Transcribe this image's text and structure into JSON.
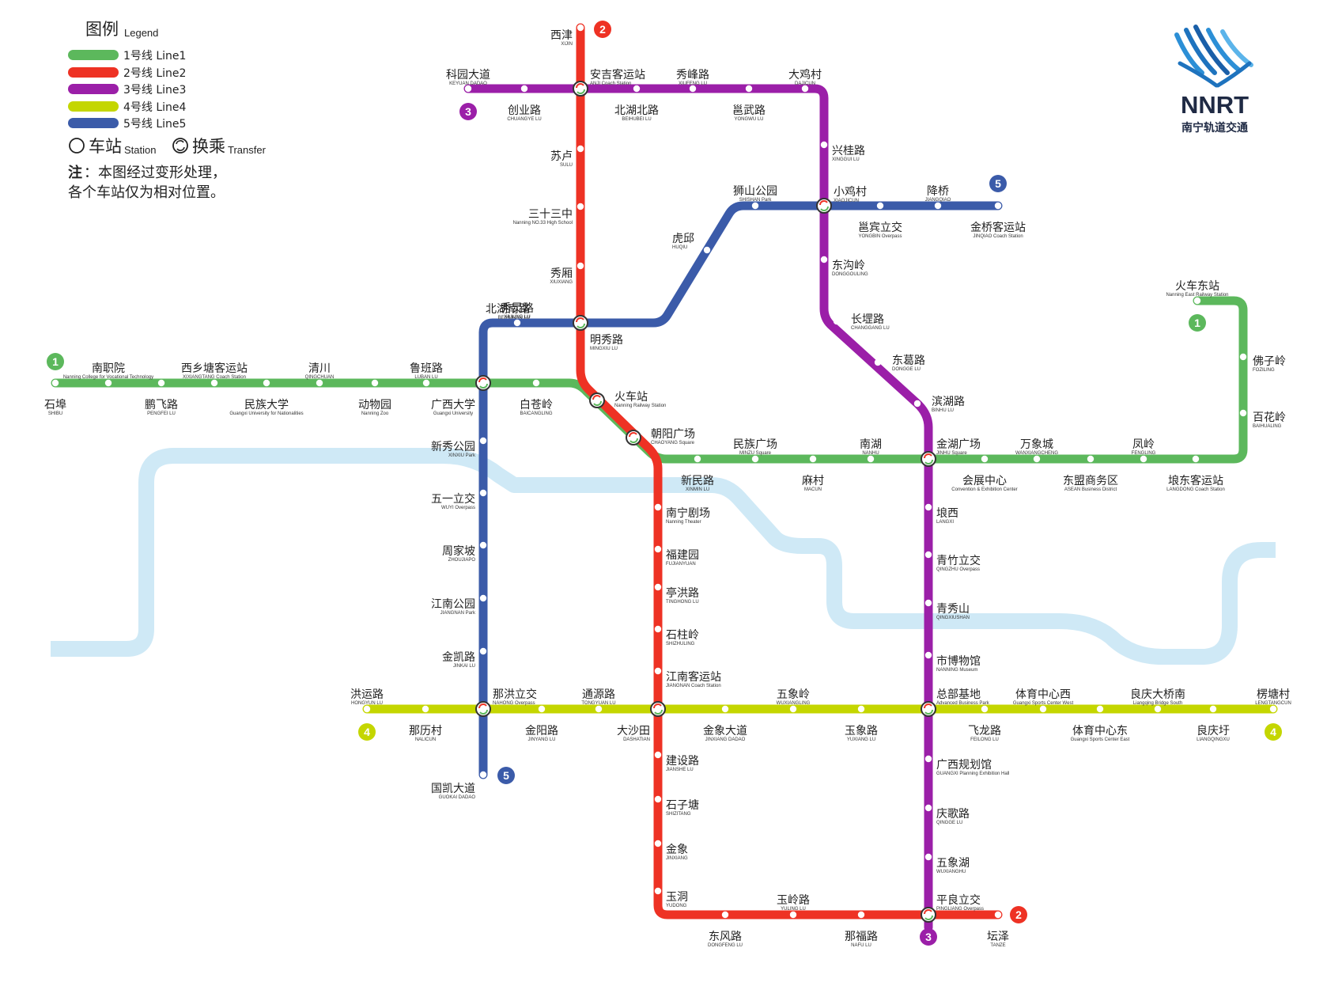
{
  "legend": {
    "title": "图例",
    "title_en": "Legend",
    "lines": [
      {
        "label": "1号线 Line1",
        "color": "#5cb85c"
      },
      {
        "label": "2号线 Line2",
        "color": "#ee3224"
      },
      {
        "label": "3号线 Line3",
        "color": "#9b1fa8"
      },
      {
        "label": "4号线 Line4",
        "color": "#c4d600"
      },
      {
        "label": "5号线 Line5",
        "color": "#3b5ba9"
      }
    ],
    "station_label": "车站",
    "station_en": "Station",
    "transfer_label": "换乘",
    "transfer_en": "Transfer",
    "note_title": "注",
    "note_line1": "：本图经过变形处理，",
    "note_line2": "各个车站仅为相对位置。"
  },
  "logo": {
    "text": "NNRT",
    "subtitle": "南宁轨道交通",
    "icon": "nnrt-logo-icon"
  },
  "colors": {
    "line1": "#5cb85c",
    "line2": "#ee3224",
    "line3": "#9b1fa8",
    "line4": "#c4d600",
    "line5": "#3b5ba9",
    "river": "#cfe9f6"
  },
  "badges": [
    {
      "line": "1",
      "text": "1"
    },
    {
      "line": "1",
      "text": "1"
    },
    {
      "line": "2",
      "text": "2"
    },
    {
      "line": "2",
      "text": "2"
    },
    {
      "line": "3",
      "text": "3"
    },
    {
      "line": "3",
      "text": "3"
    },
    {
      "line": "4",
      "text": "4"
    },
    {
      "line": "4",
      "text": "4"
    },
    {
      "line": "5",
      "text": "5"
    },
    {
      "line": "5",
      "text": "5"
    }
  ],
  "stations": [
    {
      "cn": "石埠",
      "en": "SHIBU"
    },
    {
      "cn": "南职院",
      "en": "Nanning College for Vocational Technology"
    },
    {
      "cn": "鹏飞路",
      "en": "PENGFEI LU"
    },
    {
      "cn": "西乡塘客运站",
      "en": "XIXIANGTANG Coach Station"
    },
    {
      "cn": "民族大学",
      "en": "Guangxi University for Nationalities"
    },
    {
      "cn": "清川",
      "en": "QINGCHUAN"
    },
    {
      "cn": "动物园",
      "en": "Nanning Zoo"
    },
    {
      "cn": "鲁班路",
      "en": "LUBAN LU"
    },
    {
      "cn": "广西大学",
      "en": "Guangxi University"
    },
    {
      "cn": "白苍岭",
      "en": "BAICANGLING"
    },
    {
      "cn": "火车站",
      "en": "Nanning Railway Station"
    },
    {
      "cn": "朝阳广场",
      "en": "CHAOYANG Square"
    },
    {
      "cn": "新民路",
      "en": "XINMIN LU"
    },
    {
      "cn": "民族广场",
      "en": "MINZU Square"
    },
    {
      "cn": "麻村",
      "en": "MACUN"
    },
    {
      "cn": "南湖",
      "en": "NANHU"
    },
    {
      "cn": "金湖广场",
      "en": "JINHU Square"
    },
    {
      "cn": "会展中心",
      "en": "Convention & Exhibition Center"
    },
    {
      "cn": "万象城",
      "en": "WANXIANGCHENG"
    },
    {
      "cn": "东盟商务区",
      "en": "ASEAN Business District"
    },
    {
      "cn": "凤岭",
      "en": "FENGLING"
    },
    {
      "cn": "埌东客运站",
      "en": "LANGDONG Coach Station"
    },
    {
      "cn": "百花岭",
      "en": "BAIHUALING"
    },
    {
      "cn": "佛子岭",
      "en": "FOZILING"
    },
    {
      "cn": "火车东站",
      "en": "Nanning East Railway Station"
    },
    {
      "cn": "西津",
      "en": "XIJIN"
    },
    {
      "cn": "安吉客运站",
      "en": "ANJI Coach Station"
    },
    {
      "cn": "苏卢",
      "en": "SULU"
    },
    {
      "cn": "三十三中",
      "en": "Nanning NO.33 High School"
    },
    {
      "cn": "秀厢",
      "en": "XIUXIANG"
    },
    {
      "cn": "北湖南路",
      "en": "BEIHUNAN LU"
    },
    {
      "cn": "明秀路",
      "en": "MINGXIU LU"
    },
    {
      "cn": "南宁剧场",
      "en": "Nanning Theater"
    },
    {
      "cn": "福建园",
      "en": "FUJIANYUAN"
    },
    {
      "cn": "亭洪路",
      "en": "TINGHONG LU"
    },
    {
      "cn": "石柱岭",
      "en": "SHIZHULING"
    },
    {
      "cn": "江南客运站",
      "en": "JIANGNAN Coach Station"
    },
    {
      "cn": "大沙田",
      "en": "DASHATIAN"
    },
    {
      "cn": "建设路",
      "en": "JIANSHE LU"
    },
    {
      "cn": "石子塘",
      "en": "SHIZITANG"
    },
    {
      "cn": "金象",
      "en": "JINXIANG"
    },
    {
      "cn": "玉洞",
      "en": "YUDONG"
    },
    {
      "cn": "东风路",
      "en": "DONGFENG LU"
    },
    {
      "cn": "玉岭路",
      "en": "YULING LU"
    },
    {
      "cn": "那福路",
      "en": "NAFU LU"
    },
    {
      "cn": "平良立交",
      "en": "PINGLIANG Overpass"
    },
    {
      "cn": "坛泽",
      "en": "TANZE"
    },
    {
      "cn": "科园大道",
      "en": "KEYUAN DADAO"
    },
    {
      "cn": "创业路",
      "en": "CHUANGYE LU"
    },
    {
      "cn": "北湖北路",
      "en": "BEIHUBEI LU"
    },
    {
      "cn": "秀峰路",
      "en": "XIUFENG LU"
    },
    {
      "cn": "邕武路",
      "en": "YONGWU LU"
    },
    {
      "cn": "大鸡村",
      "en": "DAJICUN"
    },
    {
      "cn": "兴桂路",
      "en": "XINGGUI LU"
    },
    {
      "cn": "小鸡村",
      "en": "XIAOJICUN"
    },
    {
      "cn": "东沟岭",
      "en": "DONGGOULING"
    },
    {
      "cn": "长堽路",
      "en": "CHANGGANG LU"
    },
    {
      "cn": "东葛路",
      "en": "DONGGE LU"
    },
    {
      "cn": "滨湖路",
      "en": "BINHU LU"
    },
    {
      "cn": "埌西",
      "en": "LANGXI"
    },
    {
      "cn": "青竹立交",
      "en": "QINGZHU Overpass"
    },
    {
      "cn": "青秀山",
      "en": "QINGXIUSHAN"
    },
    {
      "cn": "市博物馆",
      "en": "NANNING Museum"
    },
    {
      "cn": "总部基地",
      "en": "Advanced Business Park"
    },
    {
      "cn": "广西规划馆",
      "en": "GUANGXI Planning Exhibition Hall"
    },
    {
      "cn": "庆歌路",
      "en": "QINGGE LU"
    },
    {
      "cn": "五象湖",
      "en": "WUXIANGHU"
    },
    {
      "cn": "洪运路",
      "en": "HONGYUN LU"
    },
    {
      "cn": "那历村",
      "en": "NALICUN"
    },
    {
      "cn": "那洪立交",
      "en": "NAHONG Overpass"
    },
    {
      "cn": "金阳路",
      "en": "JINYANG LU"
    },
    {
      "cn": "通源路",
      "en": "TONGYUAN LU"
    },
    {
      "cn": "金象大道",
      "en": "JINXIANG DADAO"
    },
    {
      "cn": "五象岭",
      "en": "WUXIANGLING"
    },
    {
      "cn": "玉象路",
      "en": "YUXIANG LU"
    },
    {
      "cn": "飞龙路",
      "en": "FEILONG LU"
    },
    {
      "cn": "体育中心西",
      "en": "Guangxi Sports Center West"
    },
    {
      "cn": "体育中心东",
      "en": "Guangxi Sports Center East"
    },
    {
      "cn": "良庆大桥南",
      "en": "Liangqing Bridge South"
    },
    {
      "cn": "良庆圩",
      "en": "LIANGQINGXU"
    },
    {
      "cn": "楞塘村",
      "en": "LENGTANGCUN"
    },
    {
      "cn": "秀灵路",
      "en": "XIULING LU"
    },
    {
      "cn": "虎邱",
      "en": "HUQIU"
    },
    {
      "cn": "狮山公园",
      "en": "SHISHAN Park"
    },
    {
      "cn": "邕宾立交",
      "en": "YONGBIN Overpass"
    },
    {
      "cn": "降桥",
      "en": "JIANGQIAO"
    },
    {
      "cn": "金桥客运站",
      "en": "JINQIAO Coach Station"
    },
    {
      "cn": "新秀公园",
      "en": "XINXIU Park"
    },
    {
      "cn": "五一立交",
      "en": "WUYI Overpass"
    },
    {
      "cn": "周家坡",
      "en": "ZHOUJIAPO"
    },
    {
      "cn": "江南公园",
      "en": "JIANGNAN Park"
    },
    {
      "cn": "金凯路",
      "en": "JINKAI LU"
    },
    {
      "cn": "国凯大道",
      "en": "GUOKAI DADAO"
    }
  ]
}
